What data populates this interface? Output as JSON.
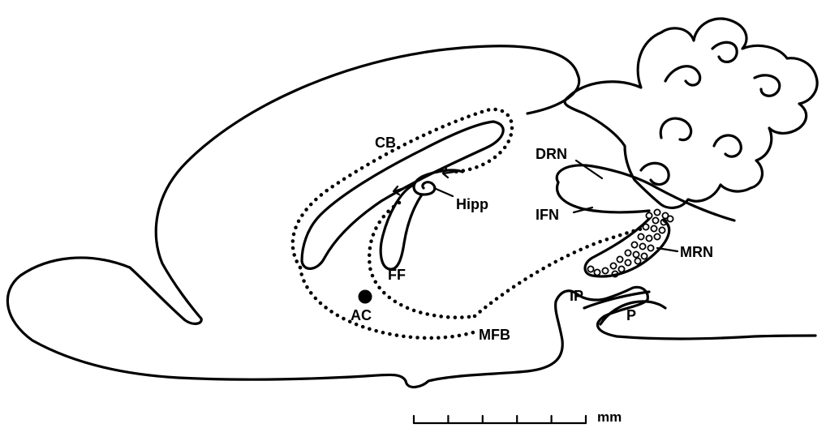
{
  "labels": {
    "cb": "CB",
    "hipp": "Hipp",
    "drn": "DRN",
    "ifn": "IFN",
    "mrn": "MRN",
    "ff": "FF",
    "ac": "AC",
    "ip": "IP",
    "p": "P",
    "mfb": "MFB"
  },
  "scale_bar": {
    "unit": "mm",
    "tick_count": 6
  }
}
